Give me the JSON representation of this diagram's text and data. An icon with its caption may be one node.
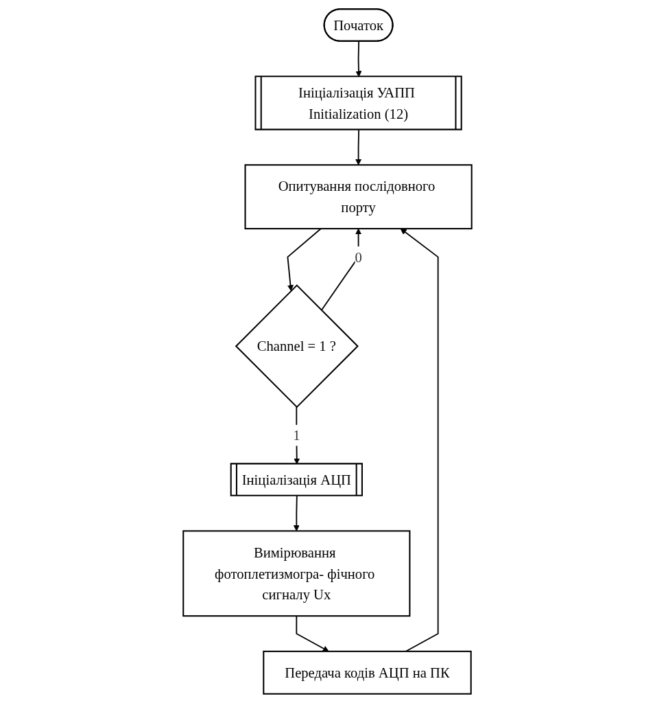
{
  "diagram": {
    "nodes": [
      {
        "text": [
          "Початок"
        ]
      },
      {
        "text": [
          "Ініціалізація УАПП Initialization (12)"
        ]
      },
      {
        "text": [
          "Опитування послідовного порту"
        ]
      },
      {
        "text": [
          "Channel = 1 ?"
        ]
      },
      {
        "text": [
          "Ініціалізація АЦП"
        ]
      },
      {
        "text": [
          "Вимірювання фотоплетизмогра- фічного сигналу Ux"
        ]
      },
      {
        "text": [
          "Передача кодів АЦП на ПК"
        ]
      }
    ],
    "edges": [
      {
        "from": 0,
        "to": 1,
        "arrow": "to"
      },
      {
        "from": 1,
        "to": 2,
        "arrow": "to"
      },
      {
        "from": 2,
        "to": 3,
        "arrow": "to"
      },
      {
        "from": 3,
        "to": 2,
        "arrow": "to",
        "label": "0"
      },
      {
        "from": 3,
        "to": 4,
        "arrow": "to",
        "label": "1"
      },
      {
        "from": 4,
        "to": 5,
        "arrow": "to"
      },
      {
        "from": 5,
        "to": 6,
        "arrow": "to"
      },
      {
        "from": 6,
        "to": 2,
        "arrow": "to"
      }
    ]
  }
}
